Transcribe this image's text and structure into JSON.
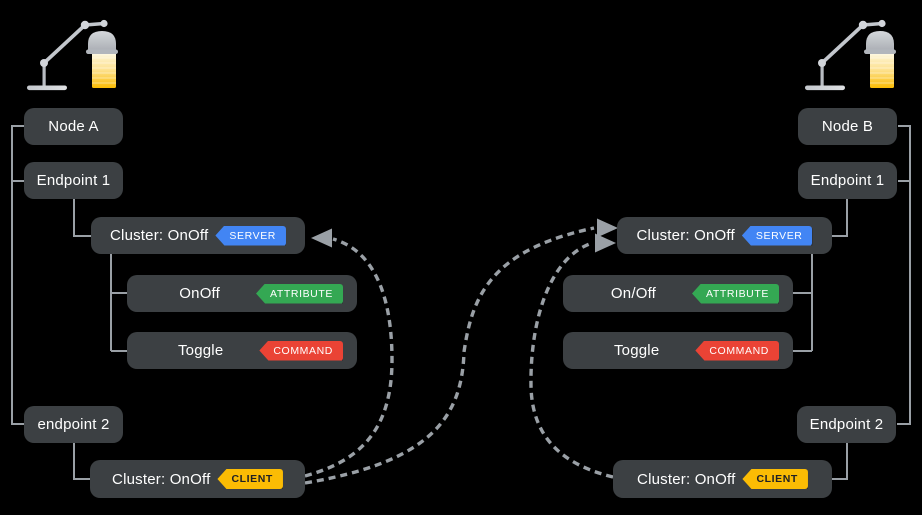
{
  "left": {
    "node_label": "Node A",
    "endpoint1_label": "Endpoint 1",
    "endpoint2_label": "endpoint 2",
    "server_cluster": {
      "label": "Cluster: OnOff",
      "badge": "SERVER"
    },
    "attribute_item": {
      "label": "OnOff",
      "badge": "ATTRIBUTE"
    },
    "command_item": {
      "label": "Toggle",
      "badge": "COMMAND"
    },
    "client_cluster": {
      "label": "Cluster: OnOff",
      "badge": "CLIENT"
    }
  },
  "right": {
    "node_label": "Node B",
    "endpoint1_label": "Endpoint 1",
    "endpoint2_label": "Endpoint 2",
    "server_cluster": {
      "label": "Cluster: OnOff",
      "badge": "SERVER"
    },
    "attribute_item": {
      "label": "On/Off",
      "badge": "ATTRIBUTE"
    },
    "command_item": {
      "label": "Toggle",
      "badge": "COMMAND"
    },
    "client_cluster": {
      "label": "Cluster: OnOff",
      "badge": "CLIENT"
    }
  },
  "icons": {
    "left_device": "desk-lamp-icon",
    "right_device": "desk-lamp-icon"
  },
  "arrows": [
    {
      "from": "node-a-client-cluster",
      "to": "node-a-server-cluster"
    },
    {
      "from": "node-a-client-cluster",
      "to": "node-b-server-cluster"
    },
    {
      "from": "node-b-client-cluster",
      "to": "node-b-server-cluster"
    }
  ],
  "colors": {
    "background": "#000000",
    "box": "#3c4043",
    "box_text": "#ffffff",
    "server_badge": "#4285f4",
    "attribute_badge": "#34a853",
    "command_badge": "#ea4335",
    "client_badge": "#fbbc04",
    "client_badge_text": "#202124",
    "connector": "#9aa0a6",
    "lamp_light": "#fbbc04"
  }
}
